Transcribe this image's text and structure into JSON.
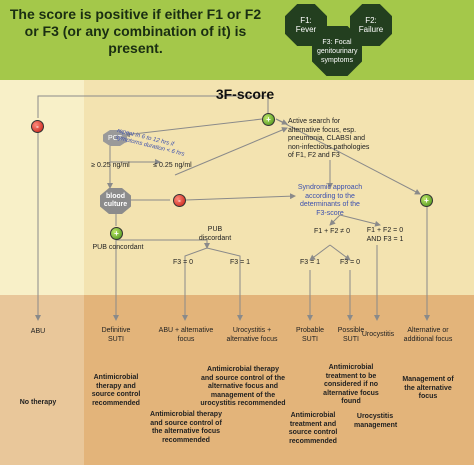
{
  "header": {
    "statement": "The score is positive if either F1 or F2 or F3 (or any combination of it) is present.",
    "f1": "F1: Fever",
    "f2": "F2: Failure",
    "f3": "F3: Focal genitourinary symptoms"
  },
  "title": "3F-score",
  "nodes": {
    "pct": "PCT",
    "repeat_note": "repeat in 6 to 12 hrs if symptoms duration < 6 hrs",
    "pct_high": "≥ 0.25 ng/ml",
    "pct_low": "≤ 0.25 ng/ml",
    "active_search": "Active search for alternative focus, esp. pneumonia, CLABSI and non-infectious pathologies of F1, F2 and F3",
    "blood_culture": "blood culture",
    "syndromic": "Syndromic approach according to the determinants of the F3-score",
    "pub_concordant": "PUB concordant",
    "pub_discordant": "PUB discordant",
    "f3_0_left": "F3 = 0",
    "f3_1_left": "F3 = 1",
    "f12_ne0": "F1 + F2 ≠ 0",
    "f12_eq0": "F1 + F2 = 0 AND F3 = 1",
    "f3_1_right": "F3 = 1",
    "f3_0_right": "F3 = 0",
    "abu": "ABU",
    "no_therapy": "No therapy",
    "definitive_suti": "Definitive SUTI",
    "abu_alt": "ABU + alternative focus",
    "urocystitis_alt": "Urocystitis + alternative focus",
    "probable_suti": "Probable SUTI",
    "possible_suti": "Possible SUTI",
    "urocystitis": "Urocystitis",
    "alt_focus": "Alternative or additional focus",
    "rec_definitive": "Antimicrobial therapy and source control recommended",
    "rec_uro_alt": "Antimicrobial therapy and source control of the alternative focus and management of the urocystitis recommended",
    "rec_abu_alt": "Antimicrobial therapy and source control of the alternative focus recommended",
    "rec_possible": "Antimicrobial treatment to be considered if no alternative focus found",
    "rec_probable": "Antimicrobial treatment and source control recommended",
    "rec_urocystitis": "Urocystitis management",
    "rec_alt": "Management of the alternative focus"
  },
  "signs": {
    "minus": "-",
    "plus": "+"
  },
  "colors": {
    "header_green": "#a4c84a",
    "dark_octagon": "#233f1f",
    "pale_band": "#f3e3b0",
    "outcome_band": "#e3b47a",
    "accent_blue": "#3b4fae"
  }
}
